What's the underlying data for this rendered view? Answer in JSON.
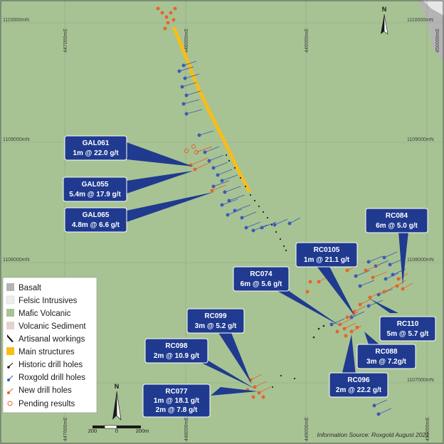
{
  "colors": {
    "mafic": "#a7c394",
    "basalt": "#b4b4b4",
    "felsic": "#eeeeee",
    "volcanic_sediment": "#e2d3cd",
    "main_structure": "#f7bd1b",
    "callout": "#1f3a8f",
    "new_hole": "#e8632a",
    "historic_hole": "#222222",
    "roxgold_hole": "#3b5bb5"
  },
  "grid": {
    "eastings": [
      "447000mE",
      "448000mE",
      "449000mE",
      "450000mE"
    ],
    "northings": [
      "1110000mN",
      "1109000mN",
      "1108000mN",
      "1107000mN"
    ]
  },
  "callouts": [
    {
      "hole": "GAL061",
      "result": "1m @ 22.0 g/t"
    },
    {
      "hole": "GAL055",
      "result": "5.4m @ 17.9 g/t"
    },
    {
      "hole": "GAL065",
      "result": "4.8m @ 6.6 g/t"
    },
    {
      "hole": "RC084",
      "result": "6m @ 5.0 g/t"
    },
    {
      "hole": "RC0105",
      "result": "1m @ 21.1 g/t"
    },
    {
      "hole": "RC074",
      "result": "6m @ 5.6 g/t"
    },
    {
      "hole": "RC110",
      "result": "5m @ 5.7 g/t"
    },
    {
      "hole": "RC099",
      "result": "3m @ 5.2 g/t"
    },
    {
      "hole": "RC088",
      "result": "3m @ 7.2g/t"
    },
    {
      "hole": "RC098",
      "result": "2m @ 10.9 g/t"
    },
    {
      "hole": "RC096",
      "result": "2m @ 22.2 g/t"
    },
    {
      "hole": "RC077",
      "result": "1m @ 18.1 g/t",
      "result2": "2m @ 7.8 g/t"
    }
  ],
  "legend": [
    {
      "label": "Basalt",
      "icon": "basalt-swatch"
    },
    {
      "label": "Felsic Intrusives",
      "icon": "felsic-swatch"
    },
    {
      "label": "Mafic Volcanic",
      "icon": "mafic-swatch"
    },
    {
      "label": "Volcanic Sediment",
      "icon": "sediment-swatch"
    },
    {
      "label": "Artisanal workings",
      "icon": "artisanal-icon"
    },
    {
      "label": "Main structures",
      "icon": "structure-swatch"
    },
    {
      "label": "Historic drill holes",
      "icon": "historic-hole-icon"
    },
    {
      "label": "Roxgold drill holes",
      "icon": "roxgold-hole-icon"
    },
    {
      "label": "New drill holes",
      "icon": "new-hole-icon"
    },
    {
      "label": "Pending results",
      "icon": "pending-hole-icon"
    }
  ],
  "north_label": "N",
  "scale": {
    "labels": [
      "200",
      "0",
      "200m"
    ]
  },
  "source": "Information Source: Roxgold  August 2021"
}
